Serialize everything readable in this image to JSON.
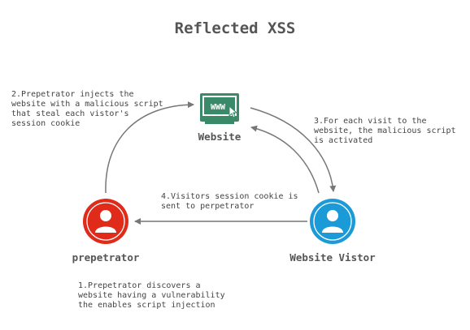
{
  "title": "Reflected XSS",
  "nodes": {
    "website": {
      "label": "Website",
      "screen_text": "WWW",
      "color": "#3a8a6a"
    },
    "perpetrator": {
      "label": "prepetrator",
      "color": "#e02a1a"
    },
    "visitor": {
      "label": "Website Vistor",
      "color": "#1a9ad6"
    }
  },
  "steps": {
    "step1": "1.Prepetrator discovers a\nwebsite having a vulnerability\nthe enables script injection",
    "step2": "2.Prepetrator injects the\nwebsite with a malicious script\nthat steal each vistor's\nsession cookie",
    "step3": "3.For each visit to the\nwebsite, the malicious script\nis activated",
    "step4": "4.Visitors session cookie is\nsent to perpetrator"
  },
  "colors": {
    "arrow": "#777777",
    "text": "#555555"
  },
  "icons": {
    "website": "browser-window-icon",
    "perpetrator": "user-icon",
    "visitor": "user-icon",
    "cursor": "cursor-icon"
  }
}
